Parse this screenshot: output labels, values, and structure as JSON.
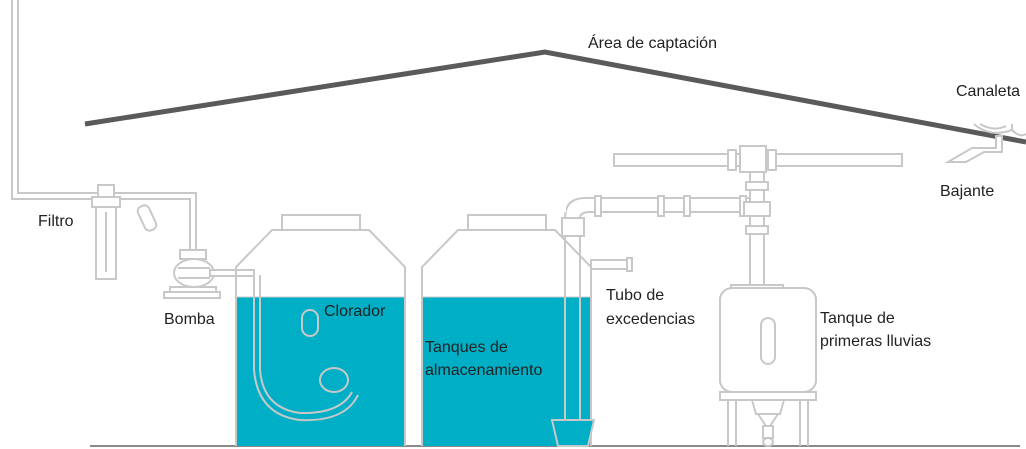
{
  "labels": {
    "catchment_area": "Área de captación",
    "gutter": "Canaleta",
    "downpipe": "Bajante",
    "filter": "Filtro",
    "pump": "Bomba",
    "chlorinator": "Clorador",
    "storage_line1": "Tanques de",
    "storage_line2": "almacenamiento",
    "overflow_line1": "Tubo de",
    "overflow_line2": "excedencias",
    "first_flush_line1": "Tanque de",
    "first_flush_line2": "primeras  lluvias"
  },
  "colors": {
    "water": "#00aec5",
    "line": "#c8c8c8",
    "roof": "#5a5a5a",
    "text": "#222222"
  }
}
